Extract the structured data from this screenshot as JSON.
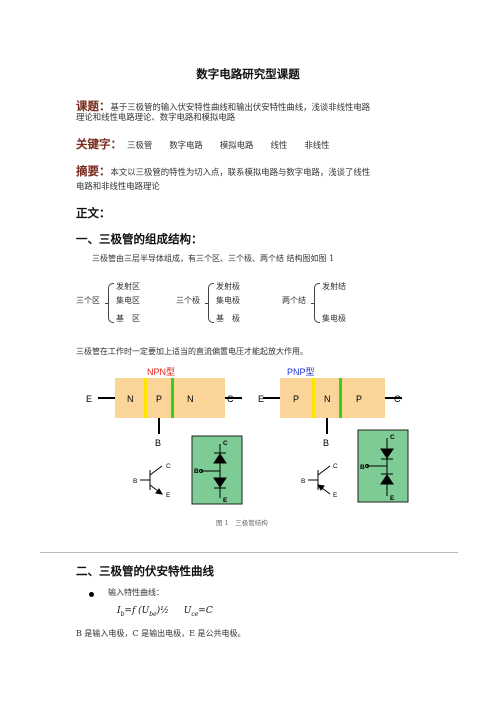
{
  "title": "数字电路研究型课题",
  "topic": {
    "label": "课题：",
    "text1": "基于三极管的输入伏安特性曲线和输出伏安特性曲线，浅谈非线性电路",
    "text2": "理论和线性电路理论、数字电路和模拟电路"
  },
  "keywords": {
    "label": "关键字：",
    "items": [
      "三极管",
      "数字电路",
      "模拟电路",
      "线性",
      "非线性"
    ]
  },
  "abstract": {
    "label": "摘要：",
    "text1": "本文以三极管的特性为切入点，联系模拟电路与数字电路，浅谈了线性",
    "text2": "电路和非线性电路理论"
  },
  "body_label": "正文：",
  "section1": {
    "heading": "一、三极管的组成结构：",
    "intro": "三极管由三层半导体组成，有三个区、三个极、两个结 结构图如图 1",
    "groups": [
      {
        "name": "三个区",
        "items": [
          "发射区",
          "集电区",
          "基　区"
        ]
      },
      {
        "name": "三个极",
        "items": [
          "发射极",
          "集电极",
          "基　极"
        ]
      },
      {
        "name": "两个结",
        "items": [
          "发射结",
          "",
          "集电极"
        ]
      }
    ],
    "note": "三极管在工作时一定要加上适当的直流偏置电压才能起放大作用。"
  },
  "figure": {
    "npn": {
      "title": "NPN型",
      "layers": [
        "N",
        "P",
        "N"
      ],
      "left": "E",
      "right": "C",
      "bottom": "B"
    },
    "pnp": {
      "title": "PNP型",
      "layers": [
        "P",
        "N",
        "P"
      ],
      "left": "E",
      "right": "C",
      "bottom": "B"
    },
    "symbol_labels": {
      "c": "C",
      "b": "B",
      "e": "E"
    },
    "caption": "图 1　三极管结构",
    "colors": {
      "block": "#fbd49a",
      "npn_title": "#e0201a",
      "pnp_title": "#1a33d6",
      "yellow_bar": "#ffe600",
      "green_bar": "#33d11d",
      "diode_box": "#7dcb95"
    }
  },
  "section2": {
    "heading": "二、三极管的伏安特性曲线",
    "bullet": "输入特性曲线：",
    "formula_left": "I",
    "formula_left_sub": "b",
    "formula_mid": "=f (U",
    "formula_mid_sub": "be",
    "formula_end": ")½",
    "formula_right": "U",
    "formula_right_sub": "ce",
    "formula_right_end": "=C",
    "note": "B 是输入电极，C 是输出电极，E 是公共电极。"
  }
}
